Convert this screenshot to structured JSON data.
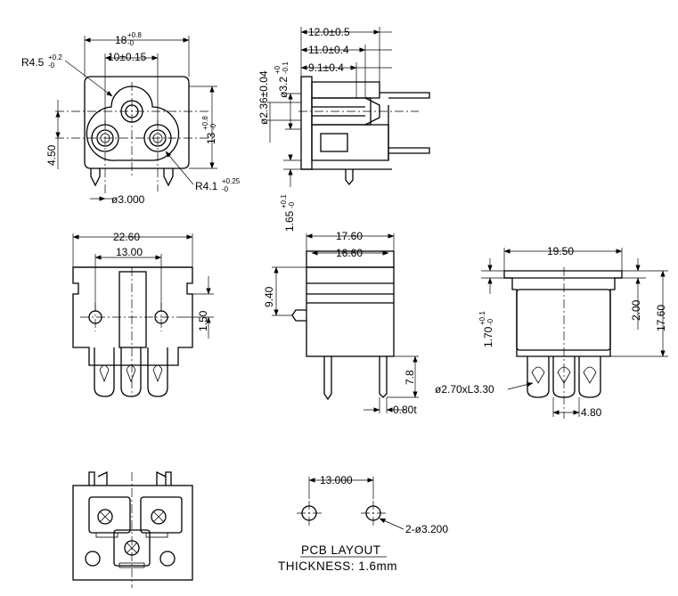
{
  "top_view": {
    "width": "18",
    "width_tol_upper": "+0.8",
    "width_tol_lower": "-0",
    "radius_top": "R4.5",
    "radius_top_tol_upper": "+0.2",
    "radius_top_tol_lower": "-0",
    "pin_pitch": "10±0.15",
    "height": "13",
    "height_tol_upper": "+0.8",
    "height_tol_lower": "-0",
    "offset": "4.50",
    "radius_bottom": "R4.1",
    "radius_bottom_tol_upper": "+0.25",
    "radius_bottom_tol_lower": "-0",
    "pin_diameter": "ø3.000"
  },
  "side_view": {
    "depth_outer": "12.0±0.5",
    "depth_mid": "11.0±0.4",
    "depth_inner": "9.1±0.4",
    "pin_diameter": "ø2.36±0.04",
    "hole_diameter": "ø3.2",
    "hole_tol_upper": "+0",
    "hole_tol_lower": "-0.1",
    "flange": "1.65",
    "flange_tol_upper": "+0.1",
    "flange_tol_lower": "-0"
  },
  "front_view": {
    "width": "22.60",
    "pin_span": "13.00",
    "boss_offset": "1.50"
  },
  "side_view_2": {
    "width_outer": "17.60",
    "width_inner": "16.60",
    "boss_height": "9.40",
    "lead_length": "7.8",
    "lead_thickness": "0.80t"
  },
  "rear_view": {
    "width": "19.50",
    "lip": "2.00",
    "height": "17.60",
    "flange": "1.70",
    "flange_tol_upper": "+0.1",
    "flange_tol_lower": "-0",
    "slot": "ø2.70xL3.30",
    "pitch": "4.80"
  },
  "pcb_layout": {
    "pitch": "13.000",
    "holes": "2-ø3.200",
    "title": "PCB LAYOUT",
    "thickness": "THICKNESS: 1.6mm"
  }
}
